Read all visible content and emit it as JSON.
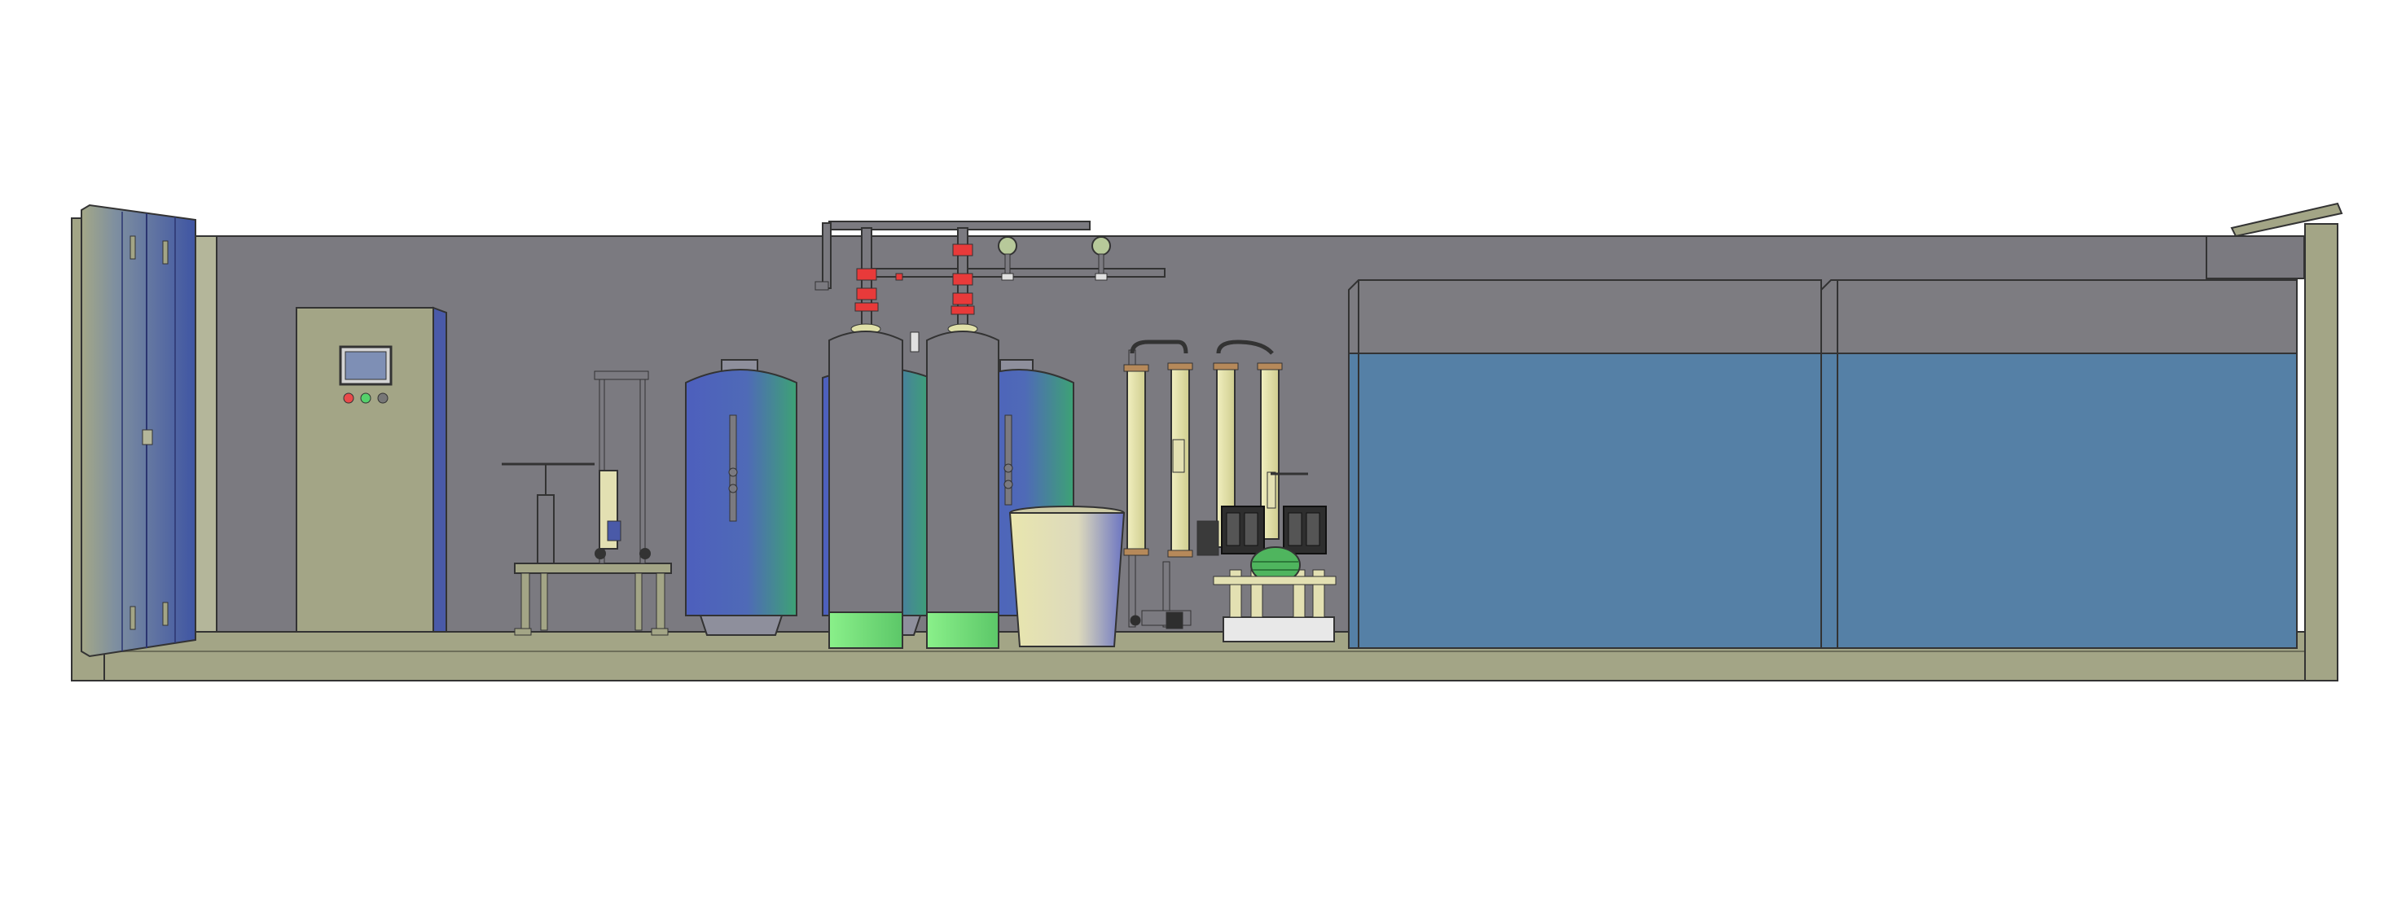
{
  "scene": {
    "view": "container-water-treatment-section",
    "colors": {
      "background": "#ffffff",
      "wall": "#7b7a80",
      "container_frame": "#a3a586",
      "door_blue": "#4a5a9e",
      "cabinet": "#a3a586",
      "tank_blue": "#4f63b8",
      "tank_green": "#3fa27a",
      "filter_gray": "#7b7a80",
      "filter_base_green": "#7ee07c",
      "valve_red": "#e83a3a",
      "membrane_cream": "#eae8b0",
      "bucket_cream": "#e3e0b2",
      "pump_dark": "#2e2e2e",
      "water_tank": "#5580a6",
      "tank_top": "#7d7c81",
      "indicator_red": "#e94a4a",
      "indicator_green": "#55d16b",
      "indicator_gray": "#777777"
    },
    "components": {
      "control_cabinet": {
        "indicators": [
          "red",
          "green",
          "gray"
        ]
      },
      "filters": {
        "count": 2
      },
      "pressure_vessels": {
        "count": 3
      },
      "membranes": {
        "count": 4
      },
      "water_tanks": {
        "count": 2
      },
      "pumps": {
        "count": 2
      }
    }
  }
}
